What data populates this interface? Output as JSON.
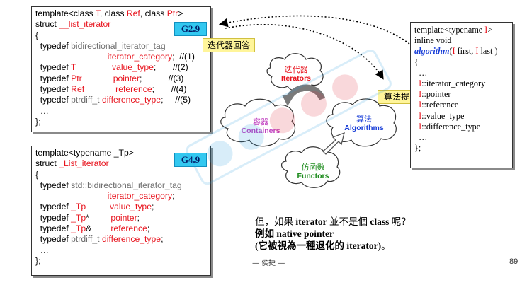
{
  "g29": {
    "badge": "G2.9",
    "lines": [
      [
        [
          "template<class ",
          "blk"
        ],
        [
          "T",
          "red"
        ],
        [
          ", class ",
          "blk"
        ],
        [
          "Ref",
          "red"
        ],
        [
          ", class ",
          "blk"
        ],
        [
          "Ptr",
          "red"
        ],
        [
          ">",
          "blk"
        ]
      ],
      [
        [
          "struct ",
          "blk"
        ],
        [
          "__list_iterator",
          "red"
        ]
      ],
      [
        [
          "{",
          "blk"
        ]
      ],
      [
        [
          "  typedef ",
          "blk"
        ],
        [
          "bidirectional_iterator_tag",
          "gray"
        ]
      ],
      [
        [
          "                              ",
          "blk"
        ],
        [
          "iterator_category",
          "red"
        ],
        [
          ";  //(1)",
          "blk"
        ]
      ],
      [
        [
          "  typedef ",
          "blk"
        ],
        [
          "T",
          "red"
        ],
        [
          "               ",
          "blk"
        ],
        [
          "value_type",
          "red"
        ],
        [
          ";       //(2)",
          "blk"
        ]
      ],
      [
        [
          "  typedef ",
          "blk"
        ],
        [
          "Ptr",
          "red"
        ],
        [
          "             ",
          "blk"
        ],
        [
          "pointer",
          "red"
        ],
        [
          ";           //(3)",
          "blk"
        ]
      ],
      [
        [
          "  typedef ",
          "blk"
        ],
        [
          "Ref",
          "red"
        ],
        [
          "             ",
          "blk"
        ],
        [
          "reference",
          "red"
        ],
        [
          ";       //(4)",
          "blk"
        ]
      ],
      [
        [
          "  typedef ",
          "blk"
        ],
        [
          "ptrdiff_t ",
          "gray"
        ],
        [
          "difference_type",
          "red"
        ],
        [
          ";     //(5)",
          "blk"
        ]
      ],
      [
        [
          "  …",
          "blk"
        ]
      ],
      [
        [
          "};",
          "blk"
        ]
      ]
    ]
  },
  "g49": {
    "badge": "G4.9",
    "lines": [
      [
        [
          "template<typename _Tp>",
          "blk"
        ]
      ],
      [
        [
          "struct ",
          "blk"
        ],
        [
          "_List_iterator",
          "red"
        ]
      ],
      [
        [
          "{",
          "blk"
        ]
      ],
      [
        [
          "  typedef ",
          "blk"
        ],
        [
          "std::bidirectional_iterator_tag",
          "gray"
        ]
      ],
      [
        [
          "                              ",
          "blk"
        ],
        [
          "iterator_category",
          "red"
        ],
        [
          ";",
          "blk"
        ]
      ],
      [
        [
          "  typedef ",
          "blk"
        ],
        [
          "_Tp",
          "red"
        ],
        [
          "          ",
          "blk"
        ],
        [
          "value_type",
          "red"
        ],
        [
          ";",
          "blk"
        ]
      ],
      [
        [
          "  typedef ",
          "blk"
        ],
        [
          "_Tp",
          "red"
        ],
        [
          "*         ",
          "blk"
        ],
        [
          "pointer",
          "red"
        ],
        [
          ";",
          "blk"
        ]
      ],
      [
        [
          "  typedef ",
          "blk"
        ],
        [
          "_Tp",
          "red"
        ],
        [
          "&        ",
          "blk"
        ],
        [
          "reference",
          "red"
        ],
        [
          ";",
          "blk"
        ]
      ],
      [
        [
          "  typedef ",
          "blk"
        ],
        [
          "ptrdiff_t ",
          "gray"
        ],
        [
          "difference_type",
          "red"
        ],
        [
          ";",
          "blk"
        ]
      ],
      [
        [
          "  …",
          "blk"
        ]
      ],
      [
        [
          "};",
          "blk"
        ]
      ]
    ]
  },
  "notes": {
    "question": "迭代器回答",
    "ask": "算法提問"
  },
  "algo": {
    "line1": "template<typename ",
    "line1_T": "I",
    "line1_end": ">",
    "line2": "inline void",
    "fn": "algorithm",
    "args_open": "(",
    "args_I1": "I",
    "args_mid": " first, ",
    "args_I2": "I",
    "args_end": " last )",
    "brace_open": "{",
    "dots1": "  …",
    "items": [
      "iterator_category",
      "pointer",
      "reference",
      "value_type",
      "difference_type"
    ],
    "prefix": "I",
    "dots2": "  …",
    "brace_close": "};"
  },
  "diagram": {
    "iterators_zh": "迭代器",
    "iterators_en": "Iterators",
    "containers_zh": "容器",
    "containers_en": "Containers",
    "algorithms_zh": "算法",
    "algorithms_en": "Algorithms",
    "functors_zh": "仿函數",
    "functors_en": "Functors"
  },
  "bottom": {
    "l1_a": "但，如果 ",
    "l1_b": "iterator",
    "l1_c": " 並不是個 ",
    "l1_d": "class",
    "l1_e": " 呢？",
    "l2_a": "例如 ",
    "l2_b": "native pointer",
    "l3_a": "(它被視為一種",
    "l3_b": "退化的",
    "l3_c": " iterator",
    "l3_d": ")",
    "l3_e": "。"
  },
  "author": "— 侯捷 —",
  "page_number": "89",
  "colors": {
    "accent_red": "#e8141e",
    "badge_blue": "#33c8f0",
    "note_yellow": "#fff59a",
    "algo_blue": "#1a3fd8"
  }
}
